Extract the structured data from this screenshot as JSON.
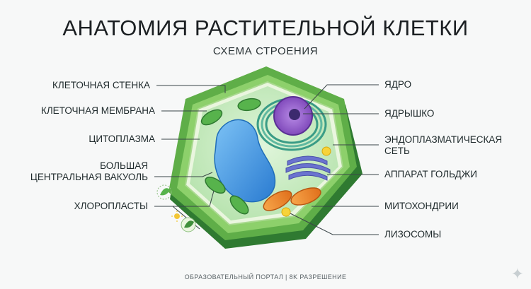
{
  "title": "АНАТОМИЯ РАСТИТЕЛЬНОЙ КЛЕТКИ",
  "subtitle": "СХЕМА СТРОЕНИЯ",
  "labels_left": {
    "cell_wall": "КЛЕТОЧНАЯ СТЕНКА",
    "cell_membrane": "КЛЕТОЧНАЯ МЕМБРАНА",
    "cytoplasm": "ЦИТОПЛАЗМА",
    "vacuole_line1": "БОЛЬШАЯ",
    "vacuole_line2": "ЦЕНТРАЛЬНАЯ ВАКУОЛЬ",
    "chloroplasts": "ХЛОРОПЛАСТЫ"
  },
  "labels_right": {
    "nucleus": "ЯДРО",
    "nucleolus": "ЯДРЫШКО",
    "er_line1": "ЭНДОПЛАЗМАТИЧЕСКАЯ",
    "er_line2": "СЕТЬ",
    "golgi": "АППАРАТ ГОЛЬДЖИ",
    "mitochondria": "МИТОХОНДРИИ",
    "lysosomes": "ЛИЗОСОМЫ"
  },
  "footer": "ОБРАЗОВАТЕЛЬНЫЙ ПОРТАЛ | 8K РАЗРЕШЕНИЕ",
  "colors": {
    "wall_dark": "#3f8f3b",
    "wall_light": "#7cc25a",
    "cytoplasm": "#c9ecc2",
    "vacuole": "#3b8fdc",
    "nucleus": "#8e57c9",
    "golgi": "#6a73cf",
    "mitochondria": "#f08a2a",
    "lysosome": "#f7d33a"
  },
  "icons": [
    "leaf-icon",
    "sun-icon",
    "leaf-icon",
    "sparkle-icon"
  ]
}
